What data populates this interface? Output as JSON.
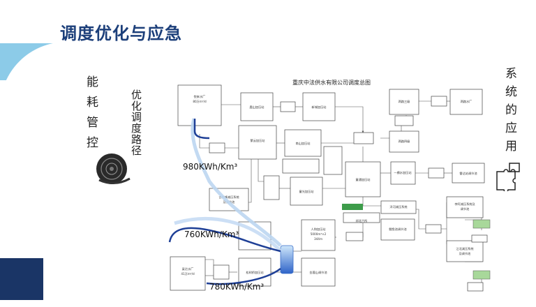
{
  "title": "调度优化与应急",
  "left_label": "能耗管控",
  "path_label": "优化调度路径",
  "right_label": "系统的应用",
  "diagram": {
    "title": "重庆中法供水有限公司调度总图",
    "nodes": {
      "plant_a": "悦来水厂\n80万m³/d",
      "plant_b": "梁沱水厂\n41万m³/d",
      "plant_c": "两路水厂",
      "lushan": "鹿山加压站",
      "tiancheng": "新城加压站",
      "mengyun": "蒙云加压站",
      "nanshan": "南山加压站",
      "tongda": "童通加压站",
      "guangzhou": "童光加压站",
      "guyu": "古木峰减压系统\n及调节池",
      "renhe": "人和加压站\n5000m³×2\n344m",
      "songshu": "松树桥加压站",
      "jingu": "金蓉山调节池",
      "liangsan": "两路三级",
      "liangsi": "两路四级",
      "yiguan": "一横水加压站",
      "leiyun": "雷达站调节池",
      "yanghe": "洋河减压系统",
      "libo": "李阿减压系统及\n调节池",
      "jiangbei": "江北减压系统\n及调节池",
      "jiyuchi": "鲤鱼池调节池",
      "bangbei": "邦北六所"
    },
    "energy": [
      {
        "value": "980KWh/Km³"
      },
      {
        "value": "760KWh/Km³"
      },
      {
        "value": "780KWh/Km³"
      }
    ]
  }
}
